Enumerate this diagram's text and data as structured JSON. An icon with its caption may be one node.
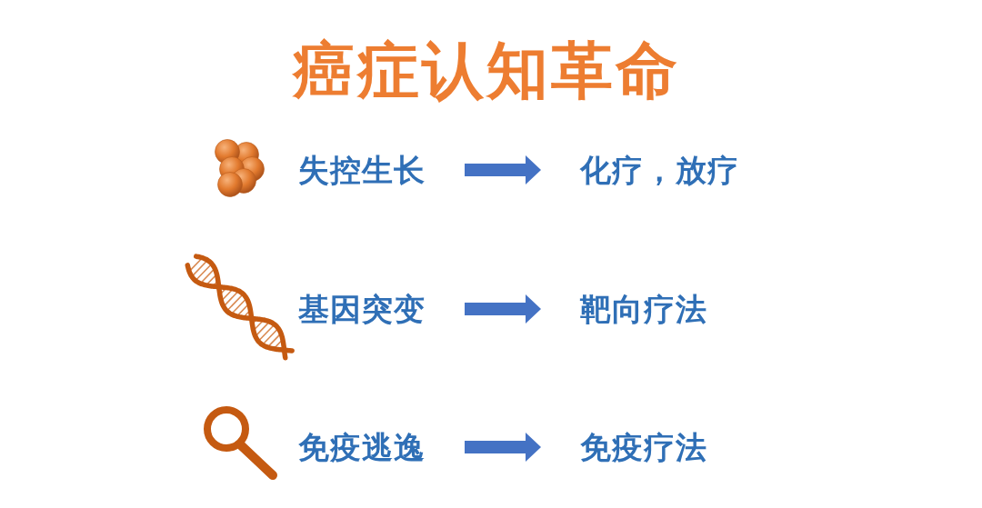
{
  "diagram": {
    "title": "癌症认知革命",
    "nodes": [
      {
        "text": [
          "失控生长"
        ]
      },
      {
        "text": [
          "化疗，放疗"
        ]
      },
      {
        "text": [
          "基因突变"
        ]
      },
      {
        "text": [
          "靶向疗法"
        ]
      },
      {
        "text": [
          "免疫逃逸"
        ]
      },
      {
        "text": [
          "免疫疗法"
        ]
      }
    ],
    "edges": [
      {
        "from": 0,
        "to": 1,
        "arrow": "to"
      },
      {
        "from": 2,
        "to": 3,
        "arrow": "to"
      },
      {
        "from": 4,
        "to": 5,
        "arrow": "to"
      }
    ]
  }
}
